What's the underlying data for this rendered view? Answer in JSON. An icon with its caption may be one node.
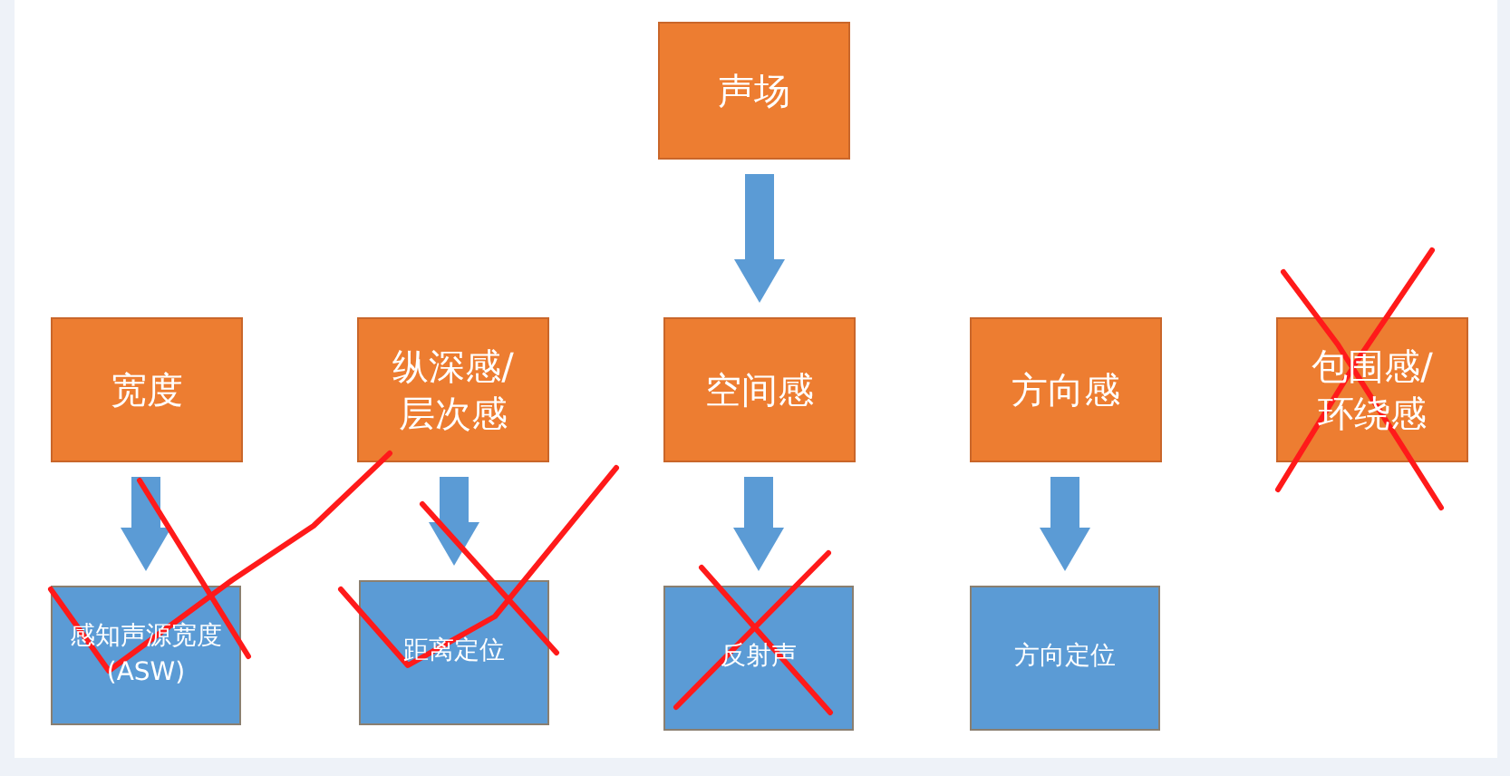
{
  "diagram": {
    "nodes": [
      {
        "text": [
          "声场"
        ]
      },
      {
        "text": [
          "宽度"
        ]
      },
      {
        "text": [
          "纵深感/层次感"
        ]
      },
      {
        "text": [
          "空间感"
        ]
      },
      {
        "text": [
          "方向感"
        ]
      },
      {
        "text": [
          "包围感/环绕感"
        ]
      },
      {
        "text": [
          "感知声源宽度(ASW)"
        ]
      },
      {
        "text": [
          "距离定位"
        ]
      },
      {
        "text": [
          "反射声"
        ]
      },
      {
        "text": [
          "方向定位"
        ]
      }
    ],
    "edges": [
      {
        "from": 0,
        "to": 3,
        "arrow": "to"
      },
      {
        "from": 1,
        "to": 6,
        "arrow": "to"
      },
      {
        "from": 2,
        "to": 7,
        "arrow": "to"
      },
      {
        "from": 3,
        "to": 8,
        "arrow": "to"
      },
      {
        "from": 4,
        "to": 9,
        "arrow": "to"
      }
    ]
  }
}
